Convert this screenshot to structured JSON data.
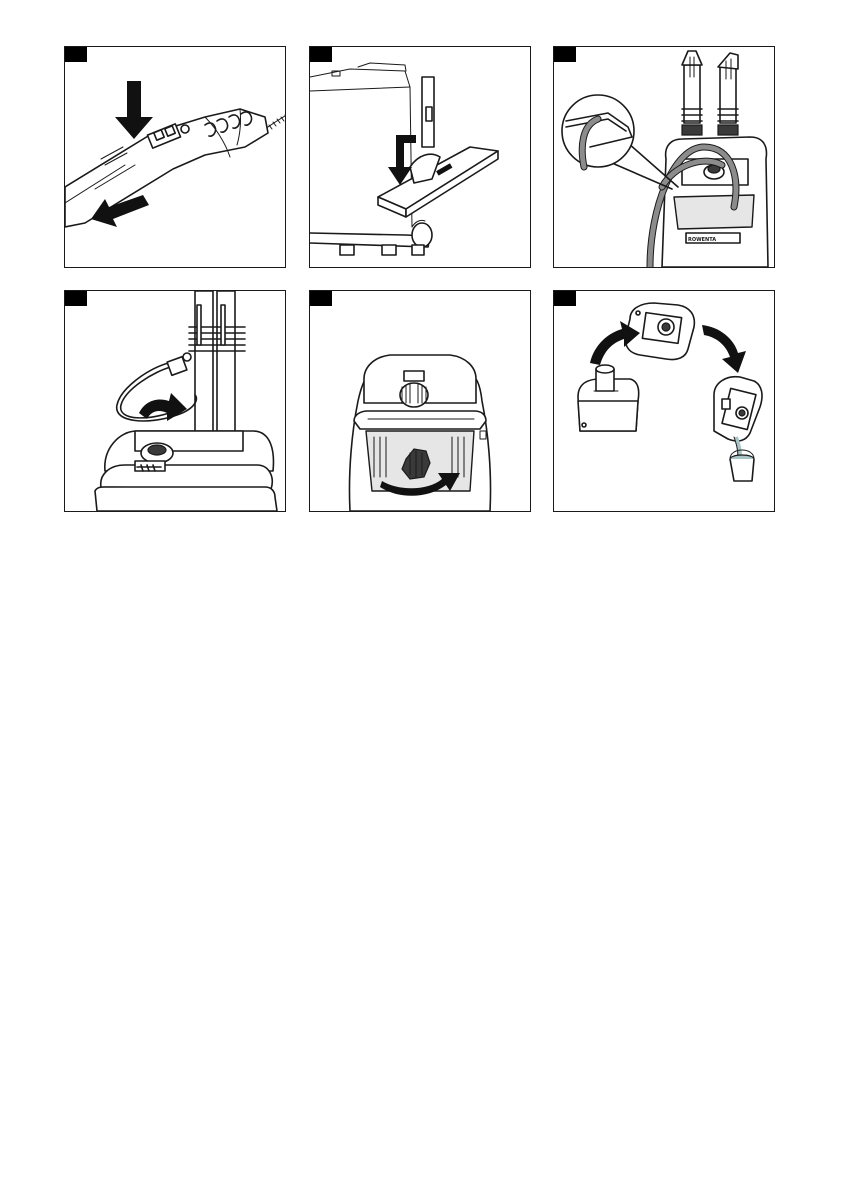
{
  "page": {
    "background": "#ffffff",
    "panel_border": "#1a1a1a",
    "label_tab_color": "#000000"
  },
  "figures": [
    {
      "id": "fig-1",
      "subject": "handle-button-press",
      "arrows": [
        "arrow-down",
        "arrow-left"
      ]
    },
    {
      "id": "fig-2",
      "subject": "brush-attach",
      "arrows": [
        "arrow-down"
      ]
    },
    {
      "id": "fig-3",
      "subject": "hose-storage",
      "arrows": []
    },
    {
      "id": "fig-4",
      "subject": "cord-wrap",
      "arrows": [
        "arrow-curved-right"
      ]
    },
    {
      "id": "fig-5",
      "subject": "tank-cap-unscrew",
      "arrows": [
        "arrow-curved-right"
      ]
    },
    {
      "id": "fig-6",
      "subject": "tank-empty",
      "arrows": [
        "arrow-curved-up",
        "arrow-curved-down"
      ]
    }
  ],
  "brand_mark": {
    "text": "ROWENTA"
  },
  "colors": {
    "line": "#1a1a1a",
    "hose": "#8c8c8c",
    "water": "#a9c4c4",
    "knob": "#3a3a3a"
  }
}
